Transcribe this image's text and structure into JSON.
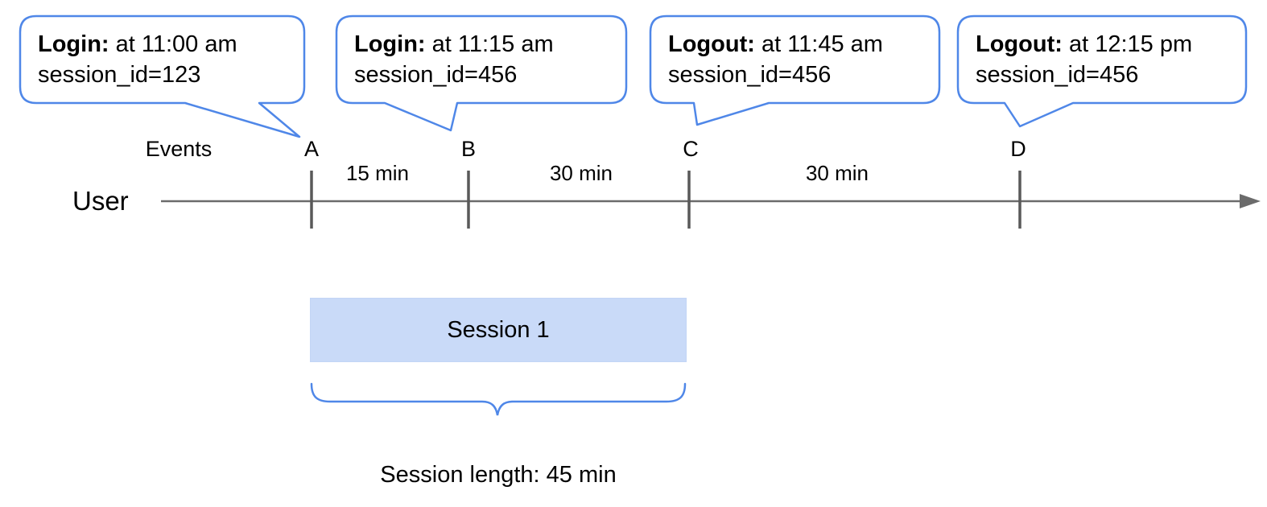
{
  "callouts": [
    {
      "event": "Login:",
      "detail": " at 11:00 am",
      "session": "session_id=123"
    },
    {
      "event": "Login:",
      "detail": " at 11:15 am",
      "session": "session_id=456"
    },
    {
      "event": "Logout:",
      "detail": " at 11:45 am",
      "session": "session_id=456"
    },
    {
      "event": "Logout:",
      "detail": " at 12:15 pm",
      "session": "session_id=456"
    }
  ],
  "timeline": {
    "axis_label": "Events",
    "user_label": "User",
    "events": [
      "A",
      "B",
      "C",
      "D"
    ],
    "intervals": [
      "15 min",
      "30 min",
      "30 min"
    ]
  },
  "session": {
    "label": "Session 1",
    "length_label": "Session length: 45 min"
  },
  "colors": {
    "callout_blue": "#4f87e8",
    "session_fill": "#c9daf8",
    "axis_gray": "#6b6b6b",
    "tick_gray": "#595959"
  }
}
